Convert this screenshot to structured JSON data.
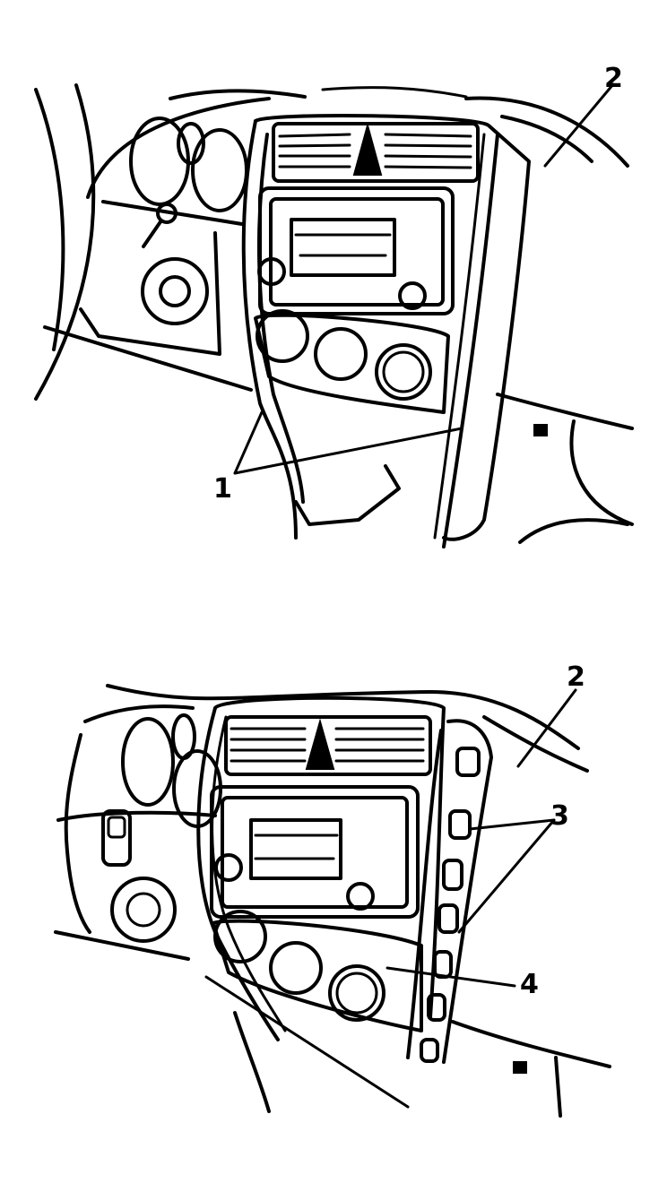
{
  "figures": [
    {
      "id": "top",
      "callouts": [
        "1",
        "2"
      ]
    },
    {
      "id": "bottom",
      "callouts": [
        "2",
        "3",
        "4"
      ]
    }
  ]
}
